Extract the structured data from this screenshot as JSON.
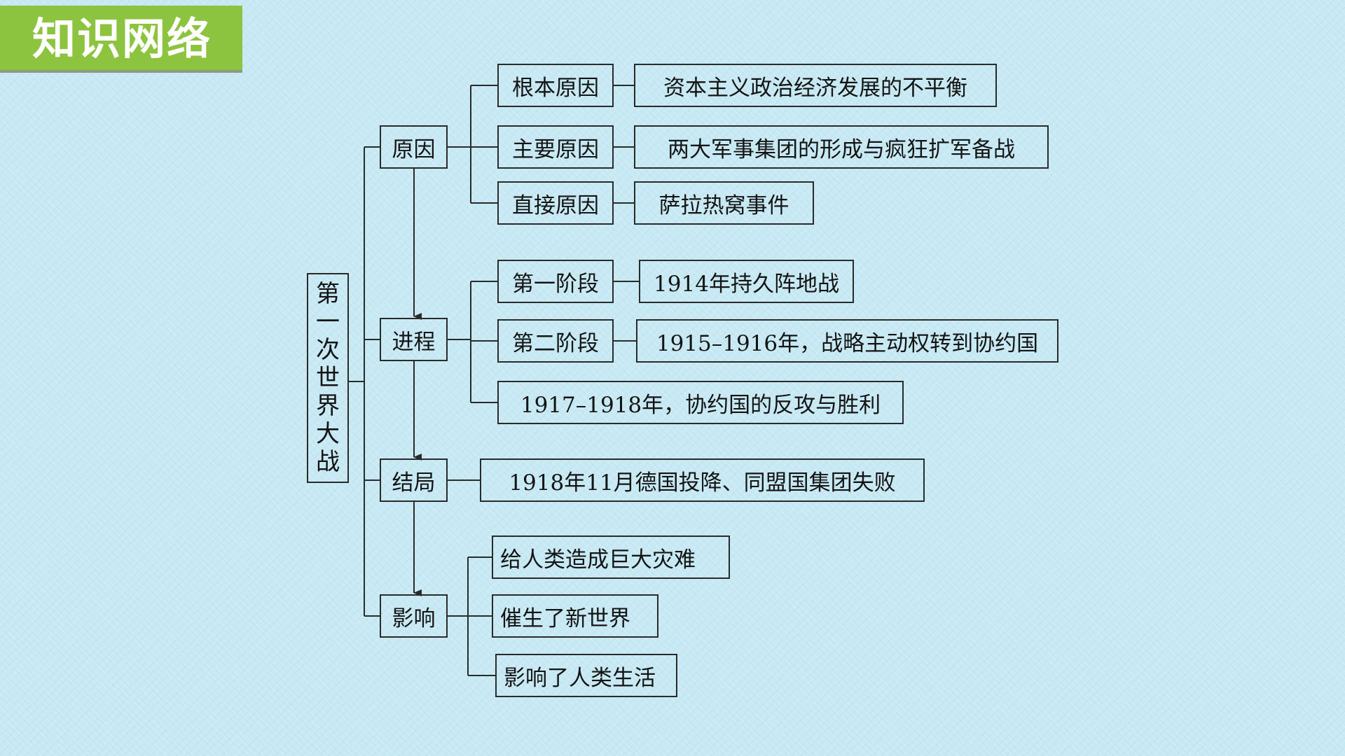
{
  "header": {
    "title": "知识网络"
  },
  "diagram": {
    "root": {
      "chars": [
        "第",
        "一",
        "次",
        "世",
        "界",
        "大",
        "战"
      ]
    },
    "branches": {
      "cause": {
        "label": "原因",
        "items": [
          {
            "label": "根本原因",
            "detail": "资本主义政治经济发展的不平衡"
          },
          {
            "label": "主要原因",
            "detail": "两大军事集团的形成与疯狂扩军备战"
          },
          {
            "label": "直接原因",
            "detail": "萨拉热窝事件"
          }
        ]
      },
      "process": {
        "label": "进程",
        "items": [
          {
            "label": "第一阶段",
            "detail": "1914年持久阵地战"
          },
          {
            "label": "第二阶段",
            "detail": "1915–1916年，战略主动权转到协约国"
          },
          {
            "detail": "1917–1918年，协约国的反攻与胜利"
          }
        ]
      },
      "outcome": {
        "label": "结局",
        "detail": "1918年11月德国投降、同盟国集团失败"
      },
      "impact": {
        "label": "影响",
        "items": [
          "给人类造成巨大灾难",
          "催生了新世界",
          "影响了人类生活"
        ]
      }
    }
  }
}
